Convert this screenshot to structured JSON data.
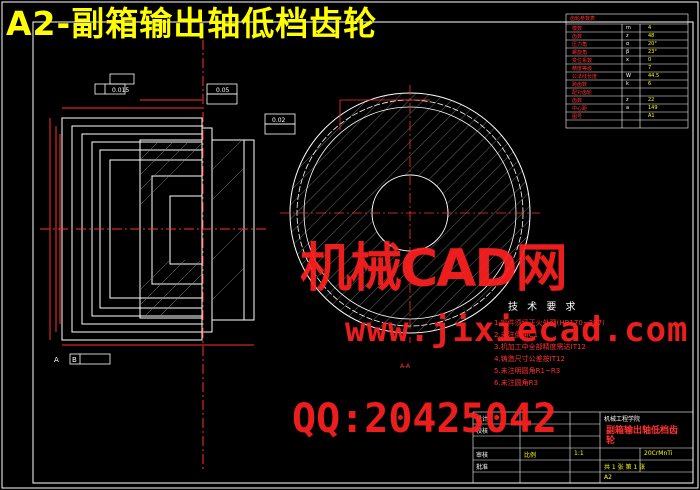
{
  "drawing": {
    "title": "A2-副箱输出轴低档齿轮",
    "watermark_cn": "机械CAD网",
    "watermark_url": "www.jixiecad.com",
    "watermark_qq": "QQ:20425042"
  },
  "tech_requirements": {
    "heading": "技 术 要 求",
    "items": [
      "1.锻件须经正火处理(HB170~207)",
      "2.未注倒角C1",
      "3.机加工中全部精度需达IT12",
      "4.铸造尺寸公差按IT12",
      "5.未注明圆角R1~R3",
      "6.未注圆角R3"
    ]
  },
  "title_block": {
    "part_name": "副箱输出轴低档齿轮",
    "school": "机械工程学院",
    "scale_label": "比例",
    "scale": "1:1",
    "material": "20CrMnTi",
    "sheet": "共 1 张 第 1 张",
    "drawing_no": "A2",
    "rows": [
      "设计",
      "校核",
      "审核",
      "批准"
    ]
  },
  "params": {
    "rows": [
      [
        "模数",
        "m",
        "4"
      ],
      [
        "齿数",
        "z",
        "48"
      ],
      [
        "压力角",
        "α",
        "20°"
      ],
      [
        "螺旋角",
        "β",
        "23°"
      ],
      [
        "变位系数",
        "x",
        "0"
      ],
      [
        "精度等级",
        "",
        "7"
      ],
      [
        "公法线长度",
        "W",
        "44.5"
      ],
      [
        "跨齿数",
        "k",
        "6"
      ],
      [
        "配对齿轮",
        "",
        ""
      ],
      [
        "齿数",
        "z",
        "22"
      ],
      [
        "中心距",
        "a",
        "149"
      ],
      [
        "图号",
        "",
        "A1"
      ]
    ]
  },
  "labels": {
    "datum_b": "B",
    "datum_a": "A",
    "tol1": "0.015",
    "tol2": "0.05",
    "tol3": "0.02",
    "section": "A-A"
  }
}
